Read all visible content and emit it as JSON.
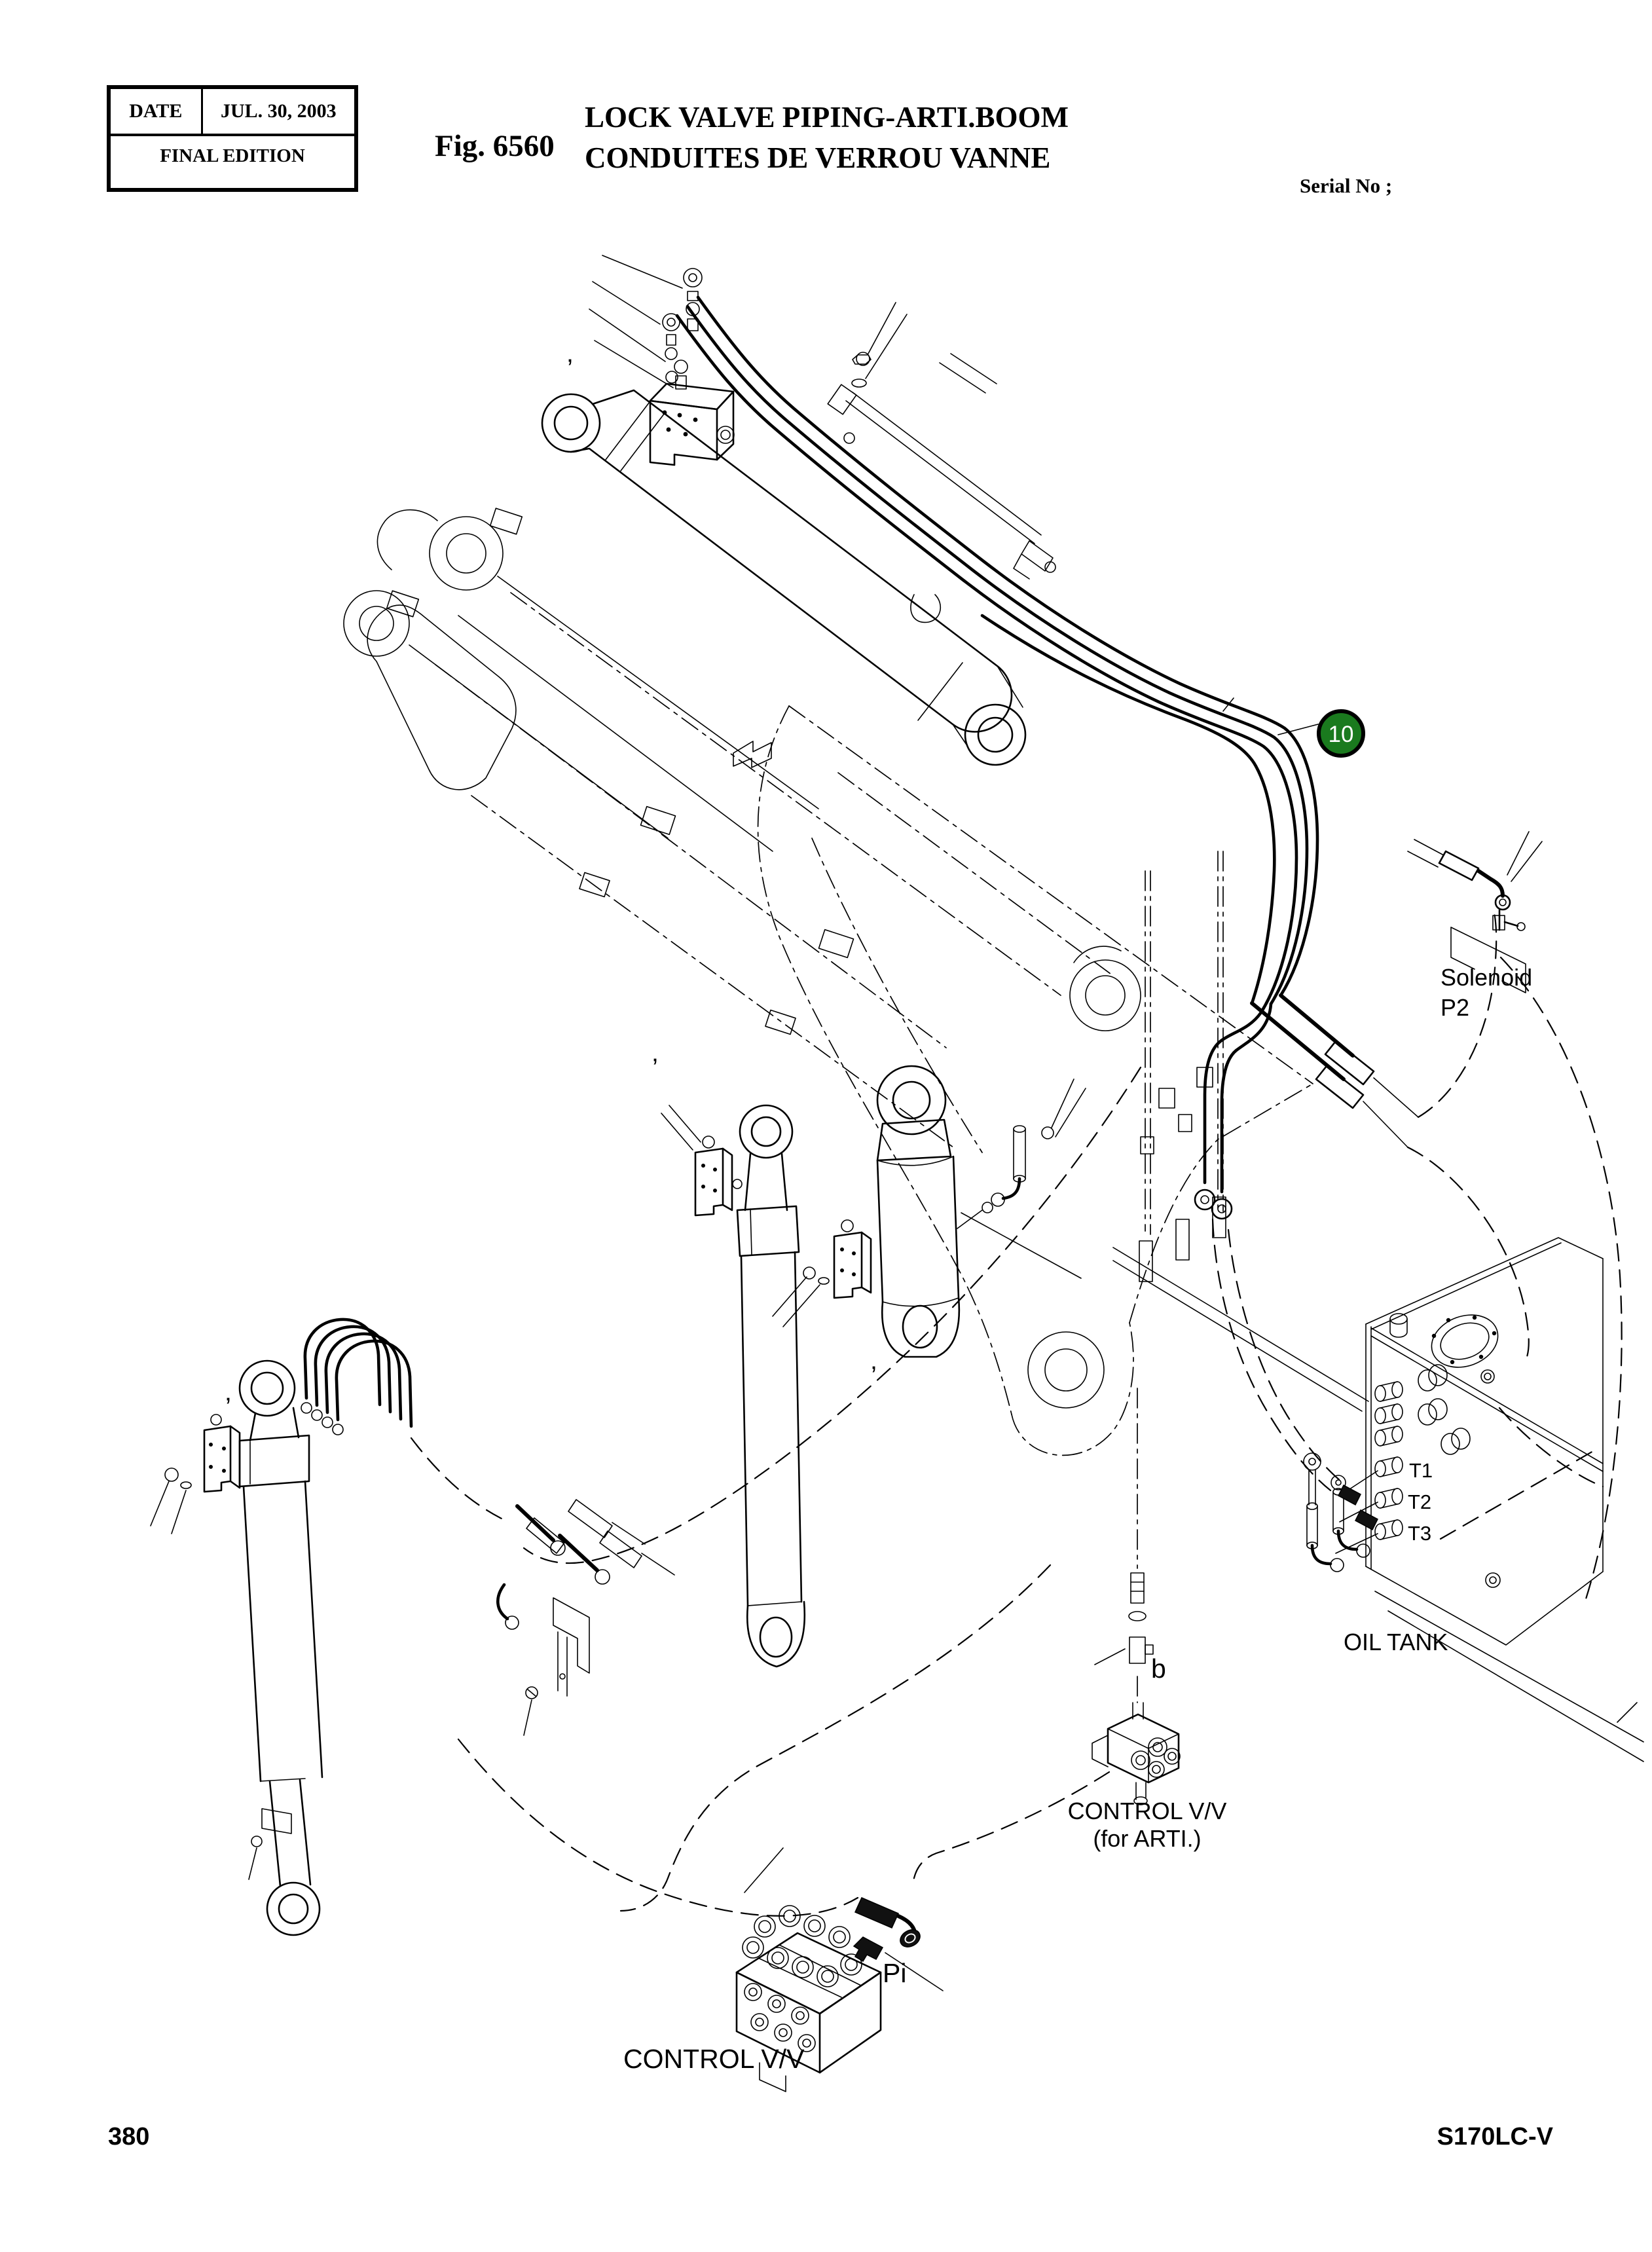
{
  "header": {
    "date_label": "DATE",
    "date_value": "JUL. 30, 2003",
    "edition": "FINAL EDITION",
    "fig_label": "Fig. 6560",
    "title_line1": "LOCK VALVE PIPING-ARTI.BOOM",
    "title_line2": "CONDUITES DE VERROU VANNE",
    "serial_label": "Serial No ;"
  },
  "diagram": {
    "balloon_10": "10",
    "balloon_color": "#1a7a1e",
    "tick_mark": "’",
    "labels": {
      "solenoid_line1": "Solenoid",
      "solenoid_line2": "P2",
      "t1": "T1",
      "t2": "T2",
      "t3": "T3",
      "oil_tank": "OIL TANK",
      "b": "b",
      "control_vv_arti_line1": "CONTROL V/V",
      "control_vv_arti_line2": "(for ARTI.)",
      "pi": "Pi",
      "control_vv": "CONTROL V/V"
    }
  },
  "footer": {
    "page_number": "380",
    "model": "S170LC-V"
  }
}
